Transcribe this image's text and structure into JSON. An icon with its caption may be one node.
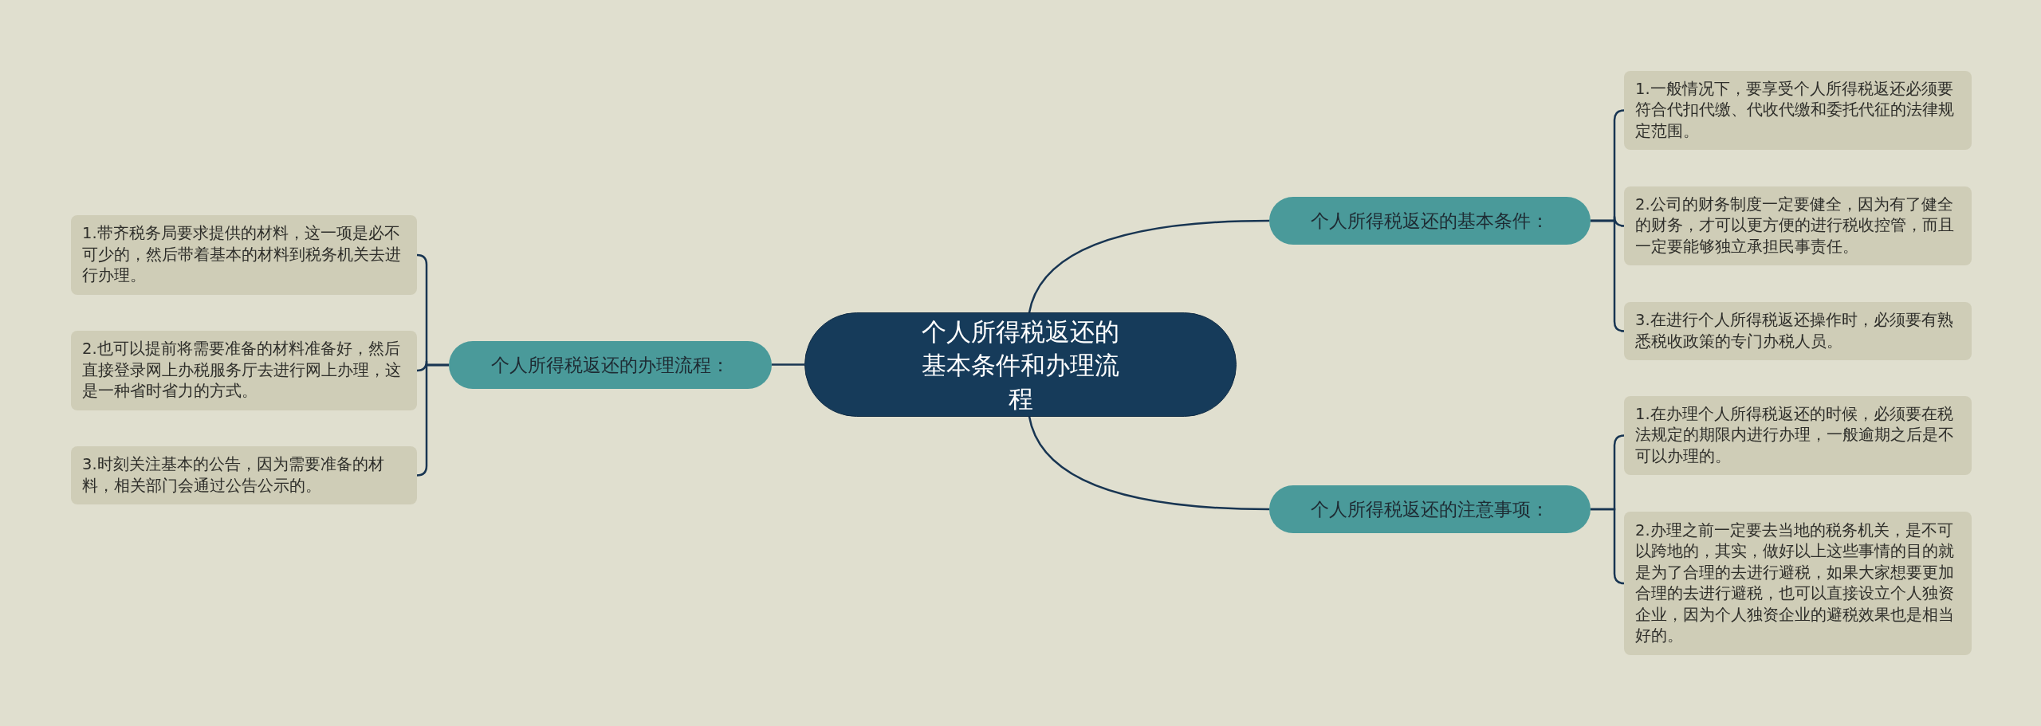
{
  "diagram": {
    "nodes": [
      {
        "text": [
          "个人所得税返还的基本条件和办理流程"
        ]
      },
      {
        "text": [
          "个人所得税返还的基本条件："
        ]
      },
      {
        "text": [
          "1.一般情况下，要享受个人所得税返还必须要符合代扣代缴、代收代缴和委托代征的法律规定范围。"
        ]
      },
      {
        "text": [
          "2.公司的财务制度一定要健全，因为有了健全的财务，才可以更方便的进行税收控管，而且一定要能够独立承担民事责任。"
        ]
      },
      {
        "text": [
          "3.在进行个人所得税返还操作时，必须要有熟悉税收政策的专门办税人员。"
        ]
      },
      {
        "text": [
          "个人所得税返还的注意事项："
        ]
      },
      {
        "text": [
          "1.在办理个人所得税返还的时候，必须要在税法规定的期限内进行办理，一般逾期之后是不可以办理的。"
        ]
      },
      {
        "text": [
          "2.办理之前一定要去当地的税务机关，是不可以跨地的，其实，做好以上这些事情的目的就是为了合理的去进行避税，如果大家想要更加合理的去进行避税，也可以直接设立个人独资企业，因为个人独资企业的避税效果也是相当好的。"
        ]
      },
      {
        "text": [
          "个人所得税返还的办理流程："
        ]
      },
      {
        "text": [
          "1.带齐税务局要求提供的材料，这一项是必不可少的，然后带着基本的材料到税务机关去进行办理。"
        ]
      },
      {
        "text": [
          "2.也可以提前将需要准备的材料准备好，然后直接登录网上办税服务厅去进行网上办理，这是一种省时省力的方式。"
        ]
      },
      {
        "text": [
          "3.时刻关注基本的公告，因为需要准备的材料，相关部门会通过公告公示的。"
        ]
      }
    ],
    "edges": [
      {
        "from": 0,
        "to": 1,
        "arrow": "none"
      },
      {
        "from": 1,
        "to": 2,
        "arrow": "none"
      },
      {
        "from": 1,
        "to": 3,
        "arrow": "none"
      },
      {
        "from": 1,
        "to": 4,
        "arrow": "none"
      },
      {
        "from": 0,
        "to": 5,
        "arrow": "none"
      },
      {
        "from": 5,
        "to": 6,
        "arrow": "none"
      },
      {
        "from": 5,
        "to": 7,
        "arrow": "none"
      },
      {
        "from": 0,
        "to": 8,
        "arrow": "none"
      },
      {
        "from": 8,
        "to": 9,
        "arrow": "none"
      },
      {
        "from": 8,
        "to": 10,
        "arrow": "none"
      },
      {
        "from": 8,
        "to": 11,
        "arrow": "none"
      }
    ]
  }
}
